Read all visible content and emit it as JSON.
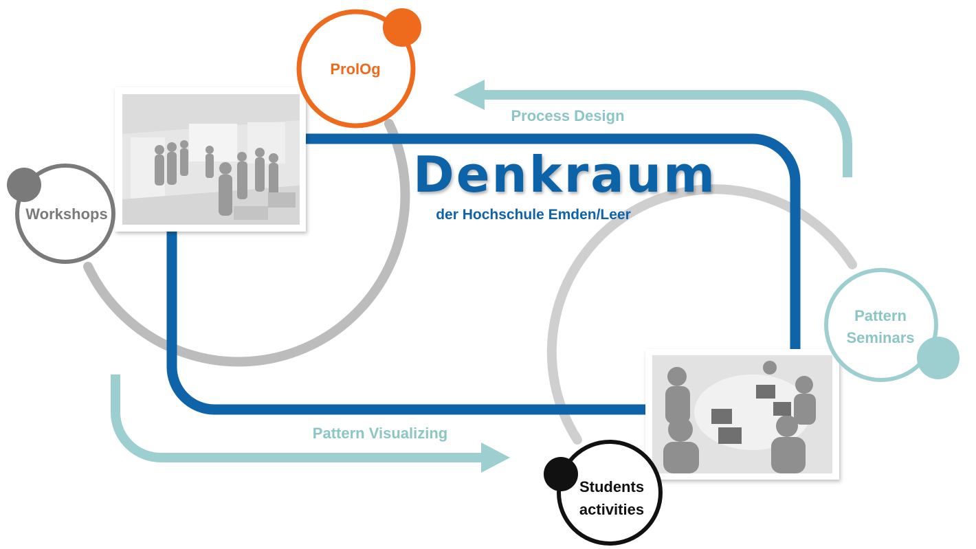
{
  "title": {
    "main": "Denkraum",
    "subtitle": "der Hochschule Emden/Leer"
  },
  "nodes": {
    "prolog": {
      "label": "ProlOg"
    },
    "workshops": {
      "label": "Workshops"
    },
    "pattern_seminars": {
      "label_line1": "Pattern",
      "label_line2": "Seminars"
    },
    "students_activities": {
      "label_line1": "Students",
      "label_line2": "activities"
    }
  },
  "arrows": {
    "process_design": {
      "label": "Process Design"
    },
    "pattern_visualizing": {
      "label": "Pattern Visualizing"
    }
  },
  "photos": {
    "workshop_photo": {
      "subject": "people standing in a workshop room"
    },
    "students_photo": {
      "subject": "students working at laptops around a table"
    }
  },
  "colors": {
    "blue": "#0f63a8",
    "orange": "#ee6a1d",
    "teal": "#9ecfd0",
    "teal_text": "#8cc5c6",
    "gray": "#bcbcbc",
    "dark_gray": "#7a7a7a",
    "black": "#111111"
  }
}
